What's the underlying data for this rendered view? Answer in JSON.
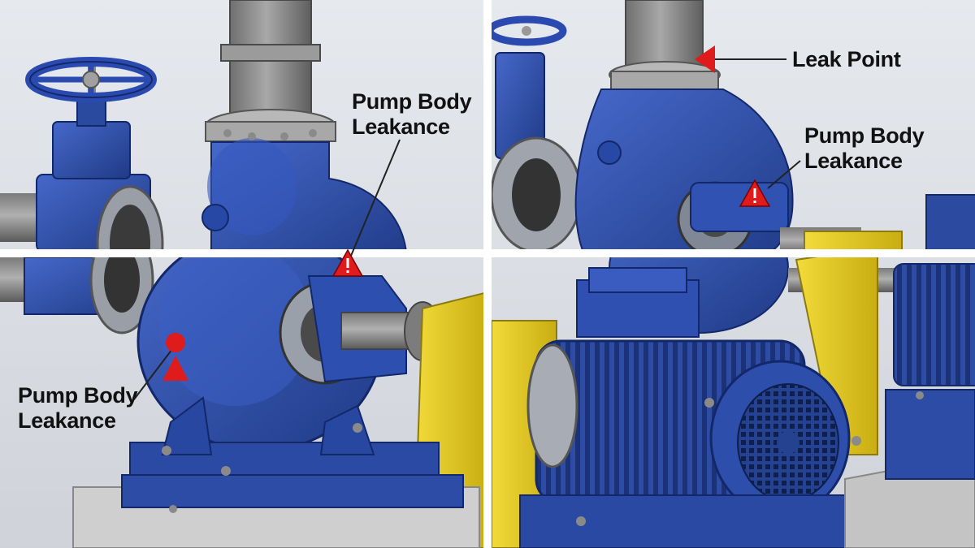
{
  "annotations": {
    "panel_top_left": {
      "line1": "Pump Body",
      "line2": "Leakance"
    },
    "panel_top_right": {
      "line1": "Pump Body",
      "line2": "Leakance"
    },
    "panel_bottom_left": {
      "line1": "Pump Body",
      "line2": "Leakance"
    },
    "leak_point": {
      "text": "Leak Point"
    }
  },
  "colors": {
    "pump_blue": "#2f4fa8",
    "pipe_grey": "#8c8c8c",
    "support_yellow": "#e8cf2a",
    "warning_red": "#e01b1b",
    "background": "#dde1e6",
    "grid_lines": "#ffffff"
  },
  "icons": [
    "warning-triangle-icon",
    "red-marker-circle-icon",
    "red-arrow-pointer-icon"
  ]
}
